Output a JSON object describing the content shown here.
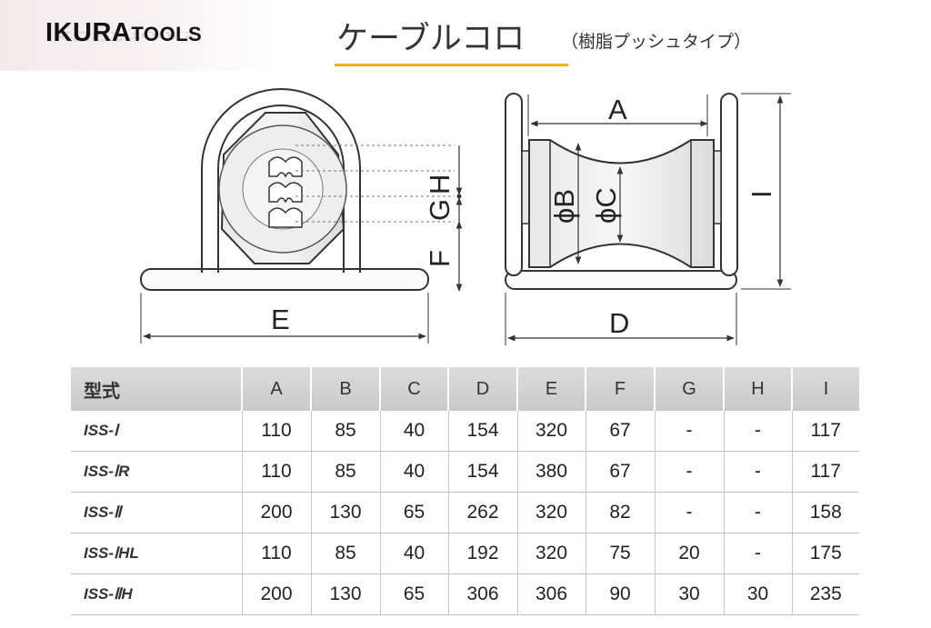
{
  "brand": {
    "logo_bold": "IKURA",
    "logo_small": "TOOLS"
  },
  "header": {
    "title": "ケーブルコロ",
    "subtitle": "（樹脂プッシュタイプ）",
    "accent_color": "#f0ad1e"
  },
  "diagram": {
    "front_labels": {
      "e": "E",
      "f": "F",
      "g": "G",
      "h": "H"
    },
    "side_labels": {
      "a": "A",
      "b": "ϕB",
      "c": "ϕC",
      "d": "D",
      "i": "I"
    }
  },
  "table": {
    "columns": [
      "型式",
      "A",
      "B",
      "C",
      "D",
      "E",
      "F",
      "G",
      "H",
      "I"
    ],
    "rows": [
      [
        "ISS-Ⅰ",
        "110",
        "85",
        "40",
        "154",
        "320",
        "67",
        "-",
        "-",
        "117"
      ],
      [
        "ISS-ⅠR",
        "110",
        "85",
        "40",
        "154",
        "380",
        "67",
        "-",
        "-",
        "117"
      ],
      [
        "ISS-Ⅱ",
        "200",
        "130",
        "65",
        "262",
        "320",
        "82",
        "-",
        "-",
        "158"
      ],
      [
        "ISS-ⅠHL",
        "110",
        "85",
        "40",
        "192",
        "320",
        "75",
        "20",
        "-",
        "175"
      ],
      [
        "ISS-ⅡH",
        "200",
        "130",
        "65",
        "306",
        "306",
        "90",
        "30",
        "30",
        "235"
      ]
    ]
  }
}
